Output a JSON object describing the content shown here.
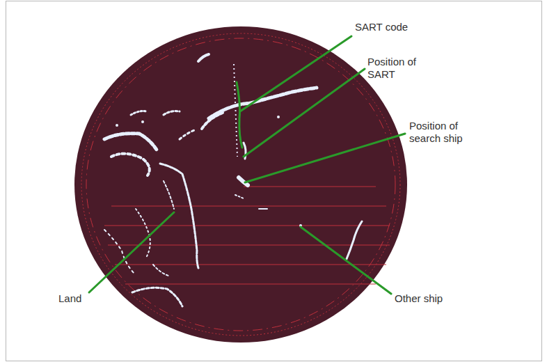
{
  "diagram": {
    "labels": [
      "SART code",
      "Position of SART",
      "Position of search ship",
      "Land",
      "Other ship"
    ]
  }
}
